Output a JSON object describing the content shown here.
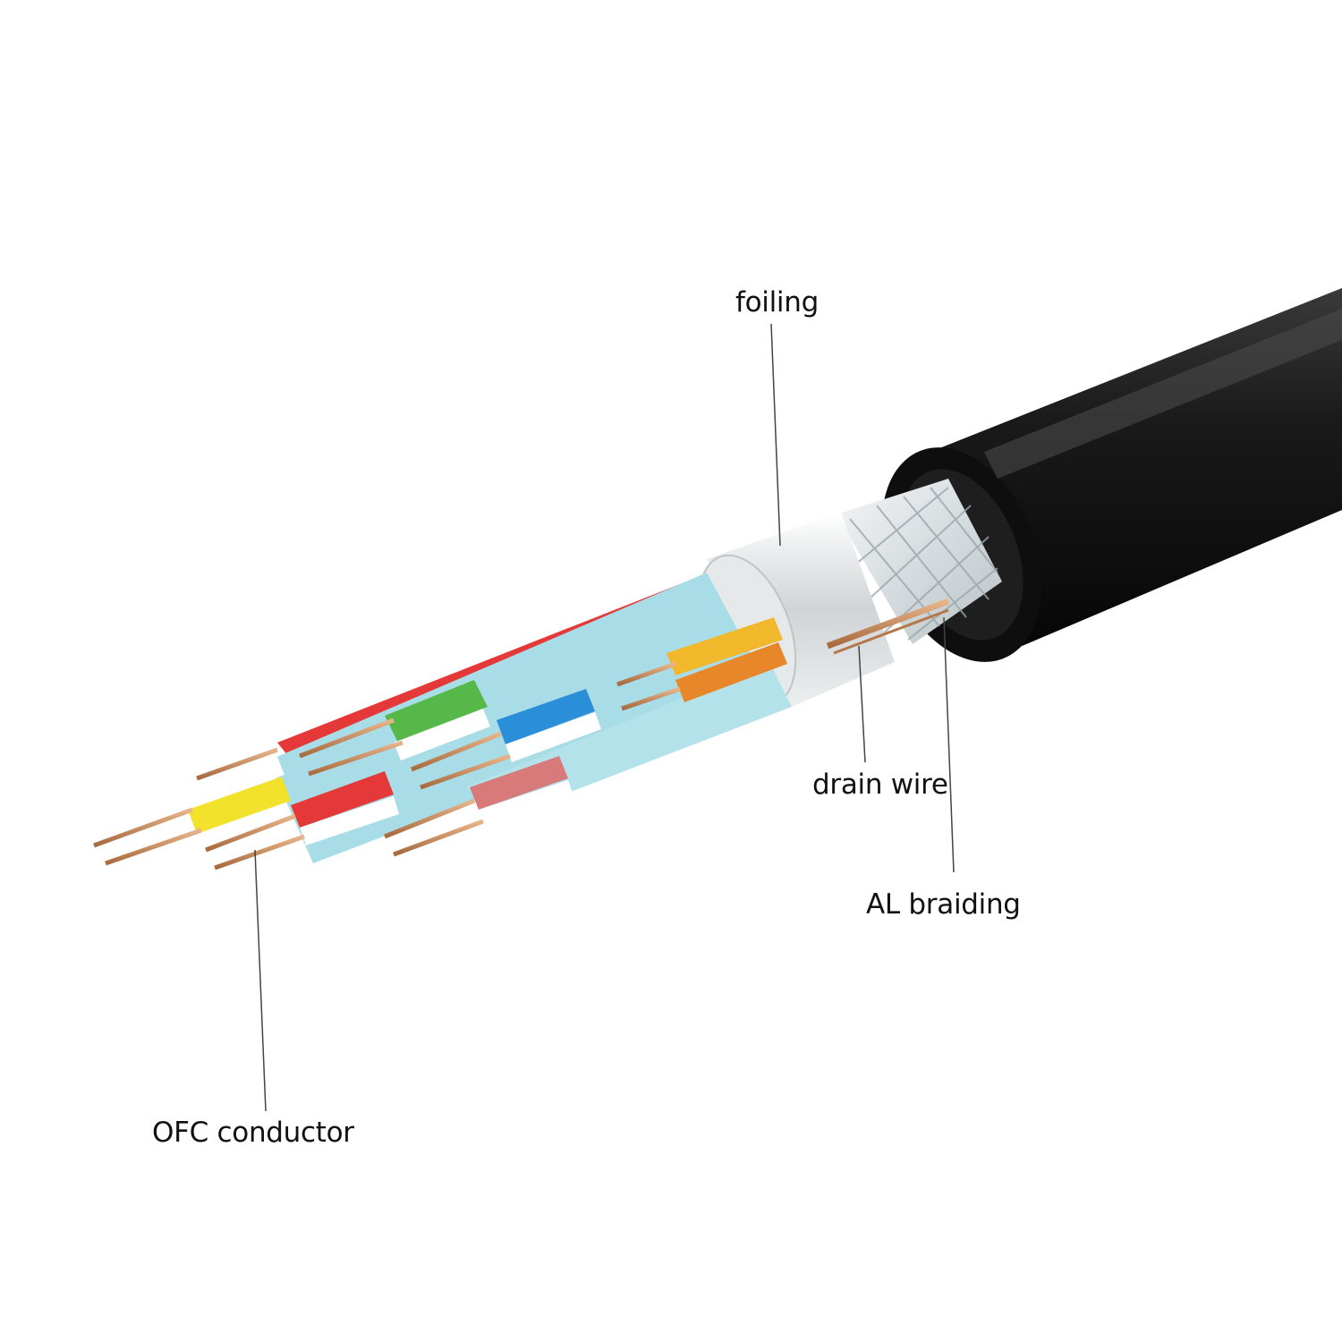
{
  "labels": {
    "foiling": "foiling",
    "drain_wire": "drain wire",
    "al_braiding": "AL braiding",
    "ofc_conductor": "OFC conductor"
  },
  "colors": {
    "jacket": "#141414",
    "foil": "#dcdcdc",
    "braid": "#c8d0d4",
    "sheath": "#a8dce6",
    "copper": "#c98a5a",
    "red": "#e53838",
    "green": "#56b848",
    "blue": "#2a8fd8",
    "yellow": "#f2e22c",
    "orange": "#f0a020",
    "pink": "#d87a7a"
  }
}
